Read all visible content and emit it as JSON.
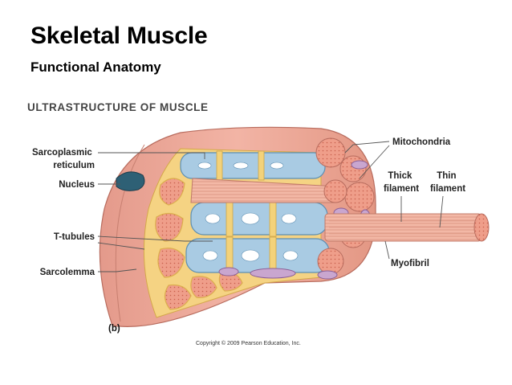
{
  "slide": {
    "title": "Skeletal Muscle",
    "subtitle": "Functional Anatomy"
  },
  "figure": {
    "heading": "ULTRASTRUCTURE OF MUSCLE",
    "panel_label": "(b)",
    "copyright": "Copyright © 2009 Pearson Education, Inc.",
    "labels": {
      "sarcoplasmic_reticulum": [
        "Sarcoplasmic",
        "reticulum"
      ],
      "nucleus": "Nucleus",
      "t_tubules": "T-tubules",
      "sarcolemma": "Sarcolemma",
      "mitochondria": "Mitochondria",
      "thick_filament": [
        "Thick",
        "filament"
      ],
      "thin_filament": [
        "Thin",
        "filament"
      ],
      "myofibril": "Myofibril"
    }
  },
  "colors": {
    "sarcolemma": "#e8a597",
    "sarcoplasmic_reticulum": "#a9cbe3",
    "t_tubule": "#f3d27a",
    "myofibril": "#ef9e8a",
    "nucleus": "#2e6075",
    "mitochondria": "#c9a6cf"
  }
}
